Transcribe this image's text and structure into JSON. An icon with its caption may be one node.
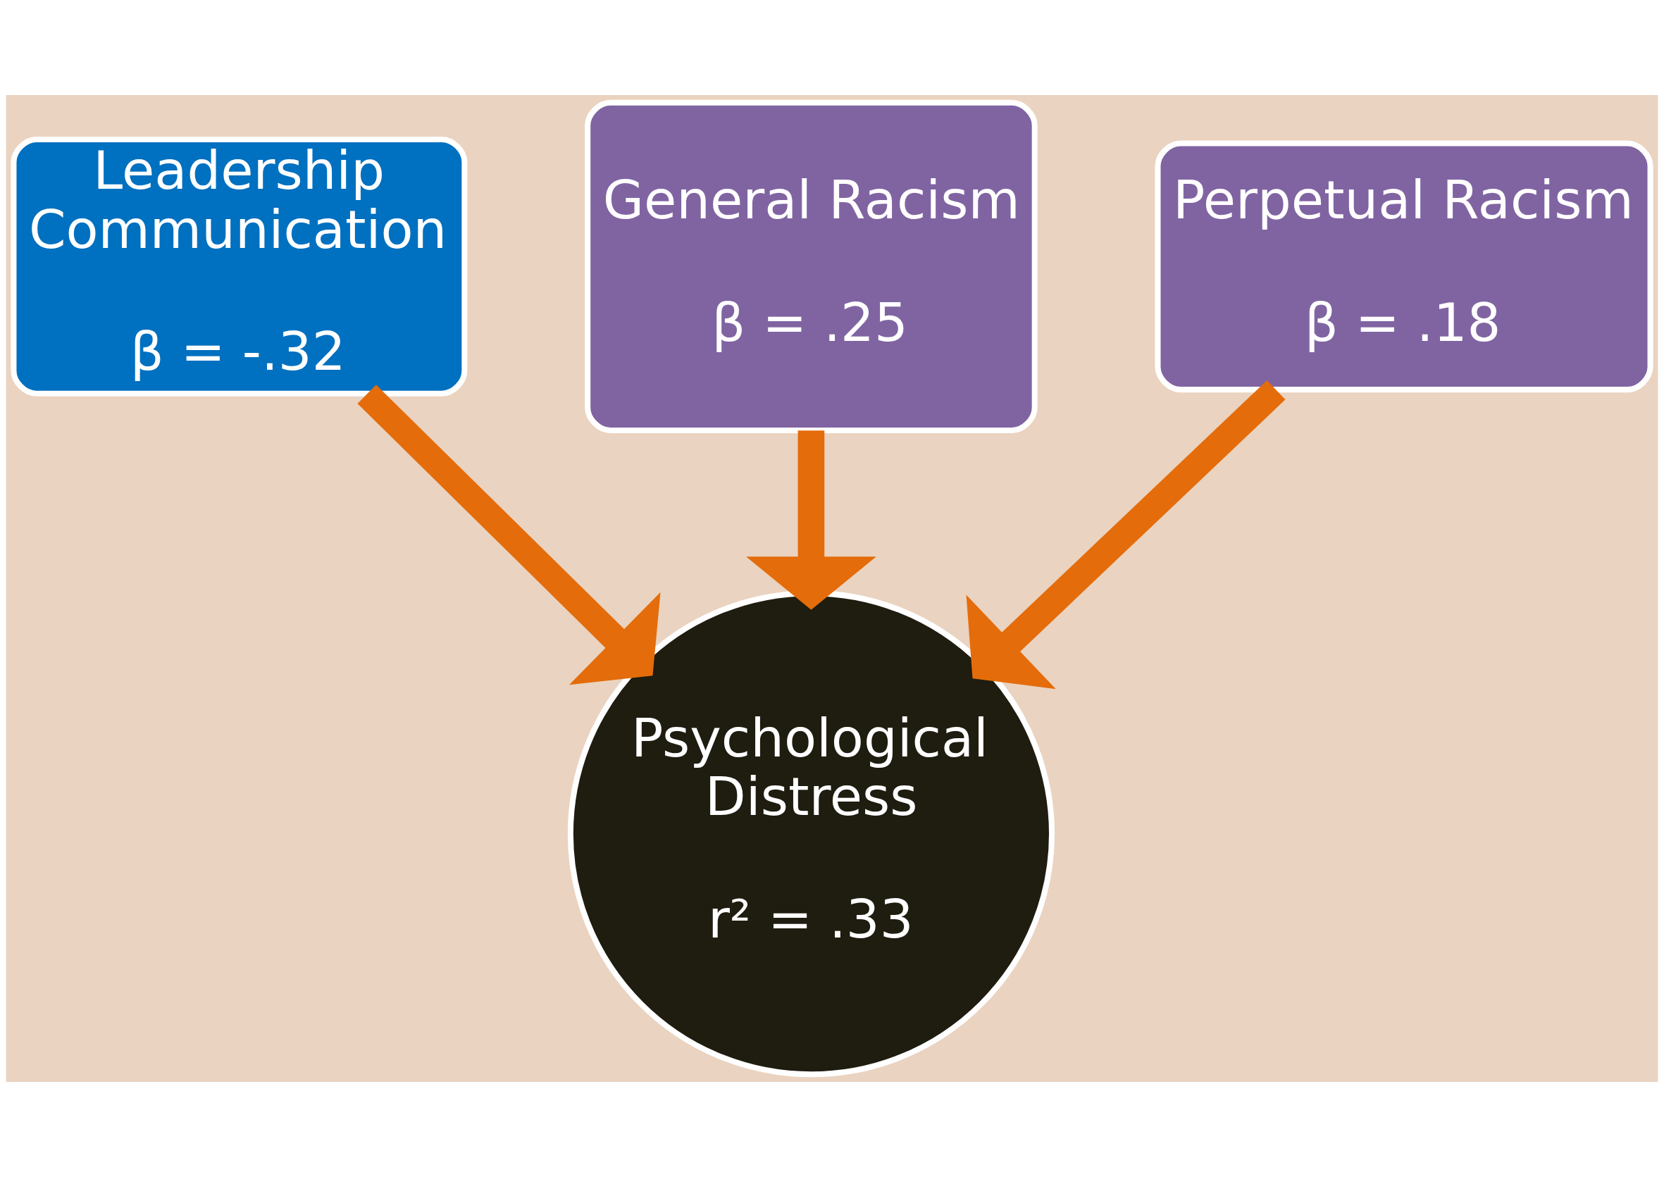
{
  "diagram": {
    "nodes": [
      {
        "text": [
          "General Racism",
          "β = .25"
        ]
      },
      {
        "text": [
          "Leadership Communication",
          "β = -.32"
        ]
      },
      {
        "text": [
          "Perpetual Racism",
          "β = .18"
        ]
      },
      {
        "text": [
          "Psychological Distress",
          "r² = .33"
        ]
      }
    ],
    "edges": [
      {
        "from": 0,
        "to": 3,
        "arrow": "to"
      },
      {
        "from": 1,
        "to": 3,
        "arrow": "to"
      },
      {
        "from": 2,
        "to": 3,
        "arrow": "to"
      }
    ]
  }
}
